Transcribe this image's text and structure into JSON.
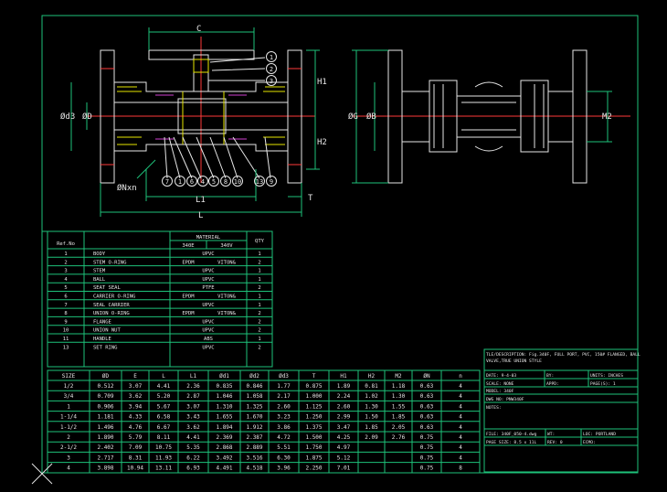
{
  "colors": {
    "bg": "#000000",
    "frame": "#1ec27a",
    "line": "#e6e6e6",
    "center": "#ff3a3a",
    "hatch": "#e6e600",
    "accent": "#d040d0"
  },
  "dims": {
    "C": "C",
    "H1": "H1",
    "H2": "H2",
    "d3": "Ød3",
    "D": "ØD",
    "L1": "L1",
    "L": "L",
    "T": "T",
    "NxN": "ØNxn",
    "G": "ØG",
    "B": "ØB",
    "M2": "M2"
  },
  "callouts": [
    "1",
    "2",
    "3",
    "7",
    "1",
    "6",
    "4",
    "5",
    "8",
    "10",
    "13",
    "9"
  ],
  "parts": {
    "headers": {
      "ref": "Ref.No",
      "material": "MATERIAL",
      "m340e": "340E",
      "m340v": "340V",
      "qty": "QTY"
    },
    "rows": [
      {
        "no": "1",
        "name": "BODY",
        "e": "UPVC",
        "v": "",
        "qty": "1"
      },
      {
        "no": "2",
        "name": "STEM O-RING",
        "e": "EPDM",
        "v": "VITON&",
        "qty": "2"
      },
      {
        "no": "3",
        "name": "STEM",
        "e": "UPVC",
        "v": "",
        "qty": "1"
      },
      {
        "no": "4",
        "name": "BALL",
        "e": "UPVC",
        "v": "",
        "qty": "1"
      },
      {
        "no": "5",
        "name": "SEAT SEAL",
        "e": "PTFE",
        "v": "",
        "qty": "2"
      },
      {
        "no": "6",
        "name": "CARRIER O-RING",
        "e": "EPDM",
        "v": "VITON&",
        "qty": "1"
      },
      {
        "no": "7",
        "name": "SEAL CARRIER",
        "e": "UPVC",
        "v": "",
        "qty": "1"
      },
      {
        "no": "8",
        "name": "UNION O-RING",
        "e": "EPDM",
        "v": "VITON&",
        "qty": "2"
      },
      {
        "no": "9",
        "name": "FLANGE",
        "e": "UPVC",
        "v": "",
        "qty": "2"
      },
      {
        "no": "10",
        "name": "UNION NUT",
        "e": "UPVC",
        "v": "",
        "qty": "2"
      },
      {
        "no": "11",
        "name": "HANDLE",
        "e": "ABS",
        "v": "",
        "qty": "1"
      },
      {
        "no": "13",
        "name": "SET RING",
        "e": "UPVC",
        "v": "",
        "qty": "2"
      }
    ]
  },
  "sizes": {
    "headers": [
      "SIZE",
      "ØD",
      "E",
      "L",
      "L1",
      "Ød1",
      "Ød2",
      "Ød3",
      "T",
      "H1",
      "H2",
      "M2",
      "ØN",
      "n"
    ],
    "rows": [
      [
        "1/2",
        "0.512",
        "3.07",
        "4.41",
        "2.36",
        "0.835",
        "0.846",
        "1.77",
        "0.875",
        "1.89",
        "0.81",
        "1.18",
        "0.63",
        "4"
      ],
      [
        "3/4",
        "0.709",
        "3.62",
        "5.20",
        "2.87",
        "1.046",
        "1.058",
        "2.17",
        "1.000",
        "2.24",
        "1.02",
        "1.30",
        "0.63",
        "4"
      ],
      [
        "1",
        "0.906",
        "3.94",
        "5.67",
        "3.07",
        "1.310",
        "1.325",
        "2.60",
        "1.125",
        "2.60",
        "1.30",
        "1.55",
        "0.63",
        "4"
      ],
      [
        "1-1/4",
        "1.181",
        "4.33",
        "6.58",
        "3.43",
        "1.655",
        "1.670",
        "3.23",
        "1.250",
        "2.99",
        "1.50",
        "1.85",
        "0.63",
        "4"
      ],
      [
        "1-1/2",
        "1.496",
        "4.76",
        "6.67",
        "3.62",
        "1.894",
        "1.912",
        "3.86",
        "1.375",
        "3.47",
        "1.85",
        "2.05",
        "0.63",
        "4"
      ],
      [
        "2",
        "1.890",
        "5.79",
        "8.11",
        "4.41",
        "2.369",
        "2.387",
        "4.72",
        "1.500",
        "4.25",
        "2.09",
        "2.76",
        "0.75",
        "4"
      ],
      [
        "2-1/2",
        "2.402",
        "7.09",
        "10.75",
        "5.35",
        "2.868",
        "2.889",
        "5.51",
        "1.750",
        "4.97",
        "",
        "",
        "0.75",
        "4"
      ],
      [
        "3",
        "2.717",
        "8.31",
        "11.93",
        "6.22",
        "3.492",
        "3.516",
        "6.30",
        "1.875",
        "5.12",
        "",
        "",
        "0.75",
        "4"
      ],
      [
        "4",
        "3.898",
        "10.94",
        "13.11",
        "6.93",
        "4.491",
        "4.518",
        "3.96",
        "2.250",
        "7.01",
        "",
        "",
        "0.75",
        "8"
      ]
    ]
  },
  "titleblock": {
    "desc": "TLE/DESCRIPTION: Fig.340F, FULL PORT, PVC, 150# FLANGED, BALL",
    "desc2": "VALVE,TRUE UNION STYLE",
    "date": "DATE: 9-4-03",
    "by": "BY:",
    "units": "UNITS: INCHES",
    "scale": "SCALE: NONE",
    "appd": "APPD:",
    "pages": "PAGE(S): 1",
    "model": "MODEL: 340F",
    "dwgno": "DWG NO: PNW340F",
    "notes": "NOTES:",
    "file": "FILE: 340F_050-4.dwg",
    "wt": "WT:",
    "loc": "LOC: PORTLAND",
    "pagesize": "PAGE SIZE: 8.5 x 11L",
    "rev": "REV: 0",
    "ecmo": "ECMO:"
  }
}
